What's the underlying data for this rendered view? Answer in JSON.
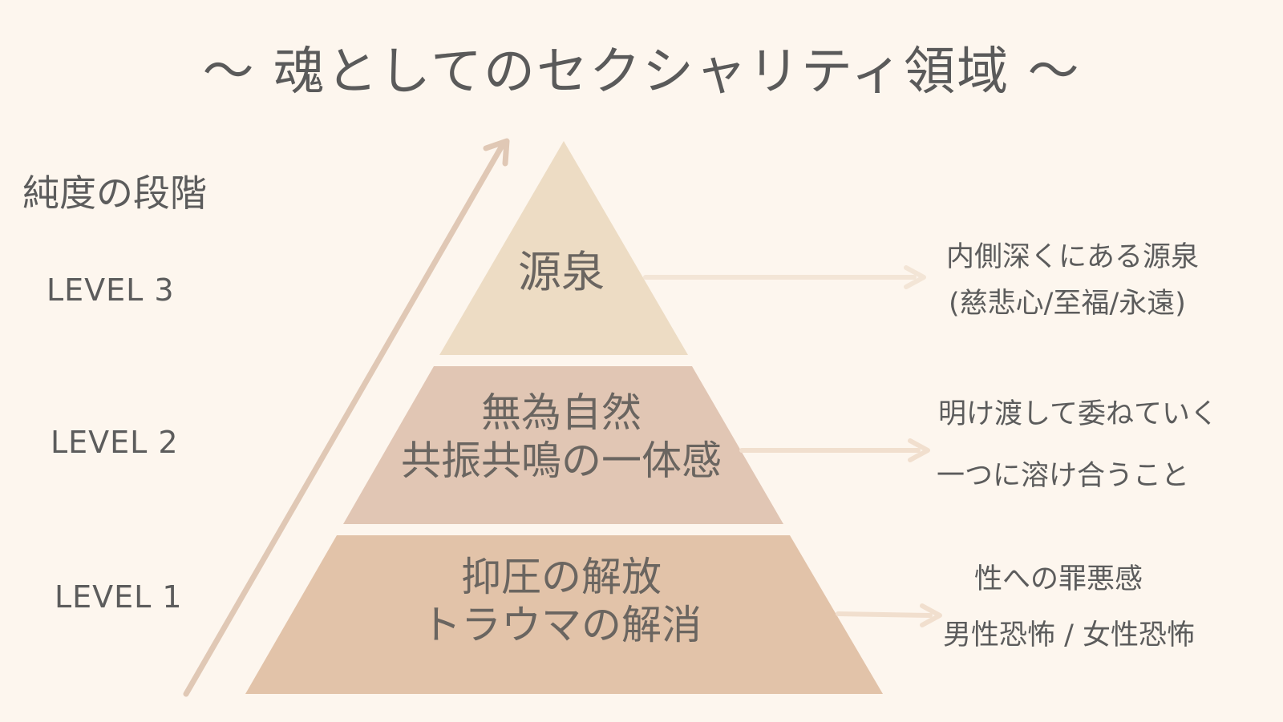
{
  "title": "〜 魂としてのセクシャリティ領域 〜",
  "left_label": "純度の段階",
  "levels": [
    "LEVEL 3",
    "LEVEL 2",
    "LEVEL 1"
  ],
  "tiers": {
    "top": {
      "line1": "源泉"
    },
    "middle": {
      "line1": "無為自然",
      "line2": "共振共鳴の一体感"
    },
    "bottom": {
      "line1": "抑圧の解放",
      "line2": "トラウマの解消"
    }
  },
  "descriptions": {
    "level3": {
      "line1": "内側深くにある源泉",
      "line2": "(慈悲心/至福/永遠)"
    },
    "level2": {
      "line1": "明け渡して委ねていく",
      "line2": "一つに溶け合うこと"
    },
    "level1": {
      "line1": "性への罪悪感",
      "line2": "男性恐怖 / 女性恐怖"
    }
  },
  "colors": {
    "background": "#fdf6ee",
    "tier_top": "#eddcc4",
    "tier_middle": "#e1c6b4",
    "tier_bottom": "#e2c3a9",
    "arrow": "#e0c8b5",
    "pointer": "#f3e5d6"
  }
}
